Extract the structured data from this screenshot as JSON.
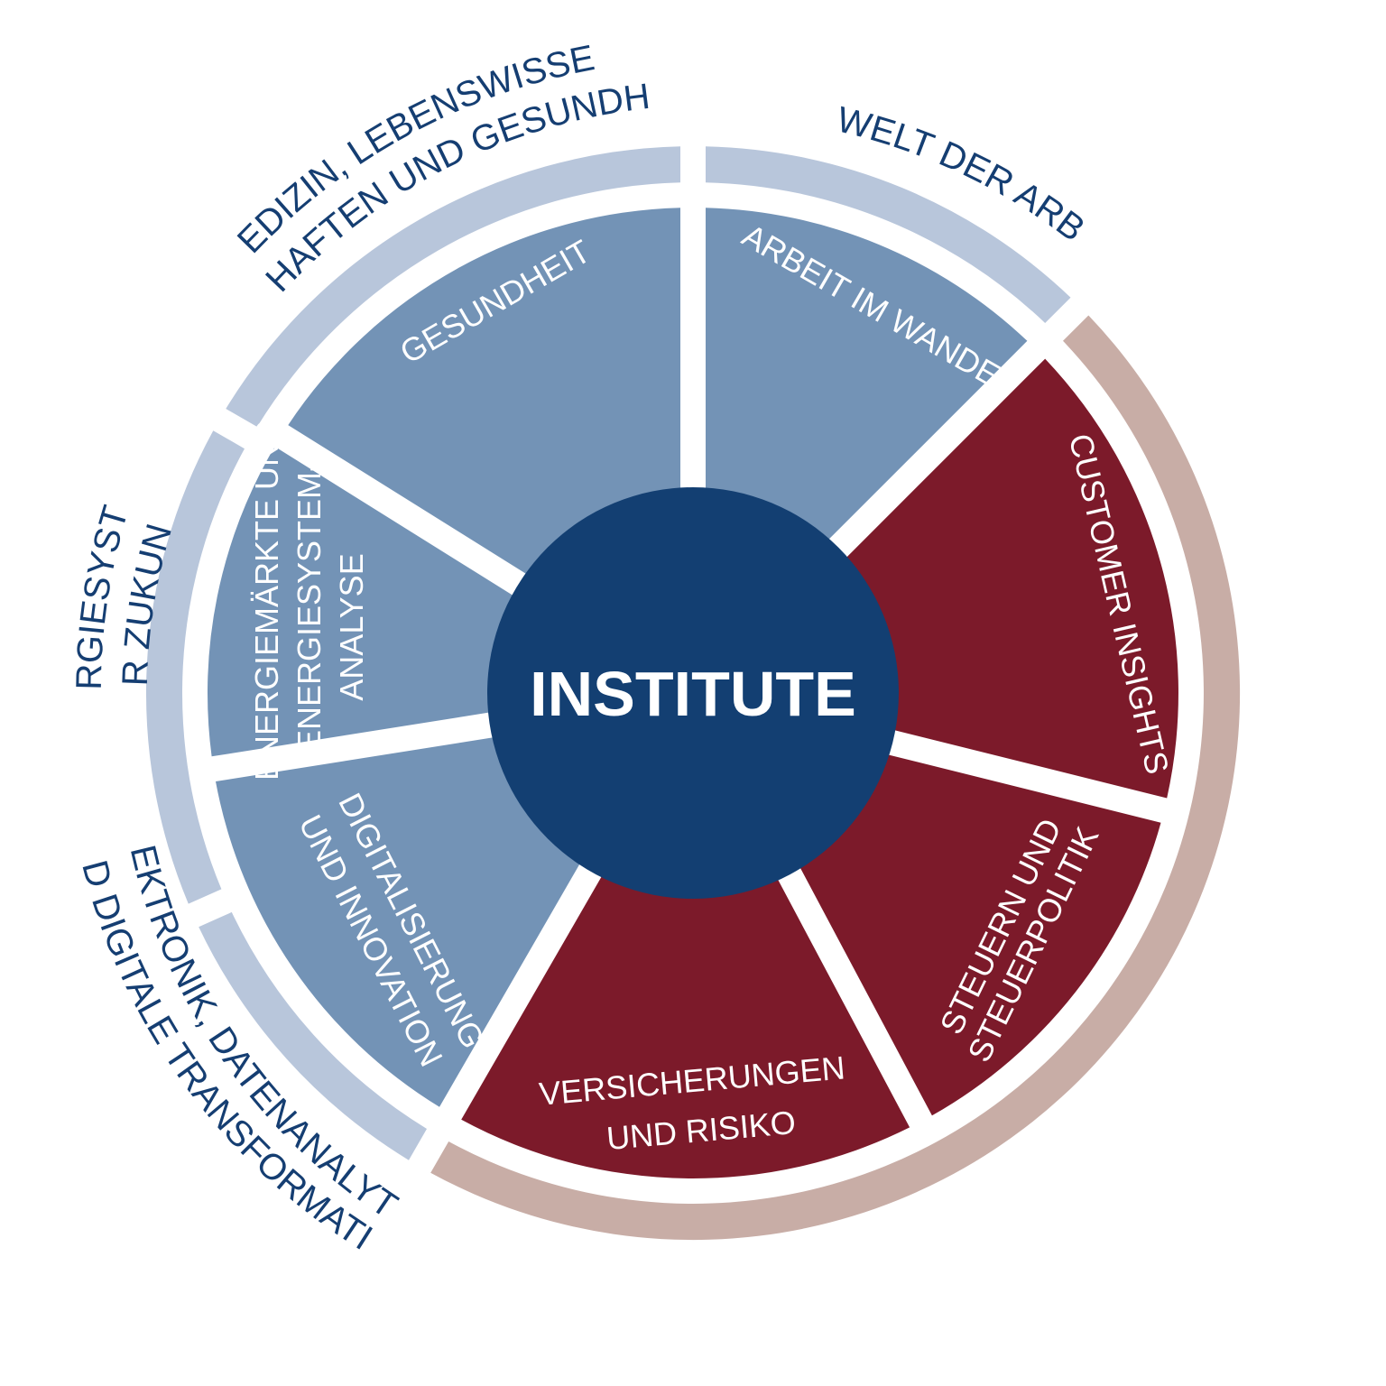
{
  "center": {
    "label": "INSTITUTE",
    "color": "#133f72"
  },
  "colors": {
    "inner_blue": "#7393b6",
    "inner_red": "#7c1a2a",
    "ring_blue": "#b8c6db",
    "ring_red": "#c8ada6",
    "ring_text": "#153e72",
    "segment_text": "#ffffff"
  },
  "segments": [
    {
      "label": "ARBEIT IM WANDEL",
      "color": "#7393b6"
    },
    {
      "label": "CUSTOMER INSIGHTS",
      "color": "#7c1a2a"
    },
    {
      "label": "STEUERN UND",
      "label2": "STEUERPOLITIK",
      "color": "#7c1a2a"
    },
    {
      "label": "VERSICHERUNGEN",
      "label2": "UND RISIKO",
      "color": "#7c1a2a"
    },
    {
      "label": "DIGITALISIERUNG",
      "label2": "UND INNOVATION",
      "color": "#7393b6"
    },
    {
      "label": "ENERGIEMÄRKTE UND",
      "label2": "ENERGIESYSTEM-",
      "label3": "ANALYSE",
      "color": "#7393b6"
    },
    {
      "label": "GESUNDHEIT",
      "color": "#7393b6"
    }
  ],
  "outer_groups": [
    {
      "label": "DIE WELT DER ARBEIT",
      "color": "#b8c6db"
    },
    {
      "label": "",
      "color": "#c8ada6"
    },
    {
      "label": "ELEKTRONIK, DATENANALYTIK",
      "label2": "UND DIGITALE TRANSFORMATION",
      "color": "#b8c6db"
    },
    {
      "label": "ENERGIESYSTEME",
      "label2": "DER ZUKUNFT",
      "color": "#b8c6db"
    },
    {
      "label": "MEDIZIN, LEBENSWISSEN-",
      "label2": "SCHAFTEN UND GESUNDHEIT",
      "color": "#b8c6db"
    }
  ]
}
